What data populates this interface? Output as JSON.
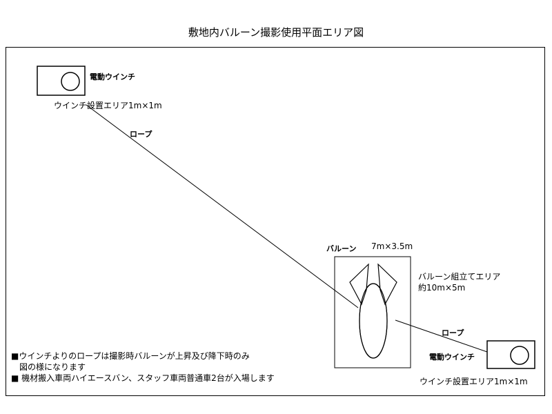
{
  "title": "敷地内バルーン撮影使用平面エリア図",
  "winch_top": {
    "label": "電動ウインチ",
    "area": "ウインチ設置エリア1m×1m"
  },
  "winch_bottom": {
    "label": "電動ウインチ",
    "area": "ウインチ設置エリア1m×1m"
  },
  "rope_label_1": "ロープ",
  "rope_label_2": "ロープ",
  "balloon": {
    "name": "バルーン",
    "size": "7m×3.5m"
  },
  "assembly_area": {
    "line1": "バルーン組立てエリア",
    "line2": "約10m×5m"
  },
  "notes": {
    "note1_line1": "■ウインチよりのロープは撮影時バルーンが上昇及び降下時のみ",
    "note1_line2": "図の様になります",
    "note2": "■ 機材搬入車両ハイエースバン、スタッフ車両普通車2台が入場します"
  }
}
